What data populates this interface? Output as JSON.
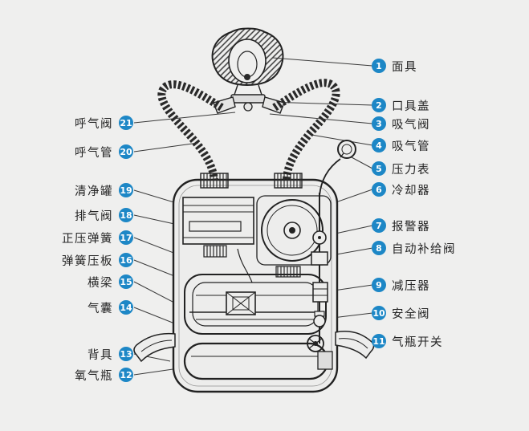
{
  "figure": {
    "type": "labeled-apparatus-diagram",
    "background_color": "#efefee",
    "line_color": "#2a2a2a",
    "badge_color": "#1d87c6",
    "badge_text_color": "#ffffff"
  },
  "labels": {
    "left": [
      {
        "num": "21",
        "text": "呼气阀"
      },
      {
        "num": "20",
        "text": "呼气管"
      },
      {
        "num": "19",
        "text": "清净罐"
      },
      {
        "num": "18",
        "text": "排气阀"
      },
      {
        "num": "17",
        "text": "正压弹簧"
      },
      {
        "num": "16",
        "text": "弹簧压板"
      },
      {
        "num": "15",
        "text": "横梁"
      },
      {
        "num": "14",
        "text": "气囊"
      },
      {
        "num": "13",
        "text": "背具"
      },
      {
        "num": "12",
        "text": "氧气瓶"
      }
    ],
    "right": [
      {
        "num": "1",
        "text": "面具"
      },
      {
        "num": "2",
        "text": "口具盖"
      },
      {
        "num": "3",
        "text": "吸气阀"
      },
      {
        "num": "4",
        "text": "吸气管"
      },
      {
        "num": "5",
        "text": "压力表"
      },
      {
        "num": "6",
        "text": "冷却器"
      },
      {
        "num": "7",
        "text": "报警器"
      },
      {
        "num": "8",
        "text": "自动补给阀"
      },
      {
        "num": "9",
        "text": "减压器"
      },
      {
        "num": "10",
        "text": "安全阀"
      },
      {
        "num": "11",
        "text": "气瓶开关"
      }
    ]
  }
}
